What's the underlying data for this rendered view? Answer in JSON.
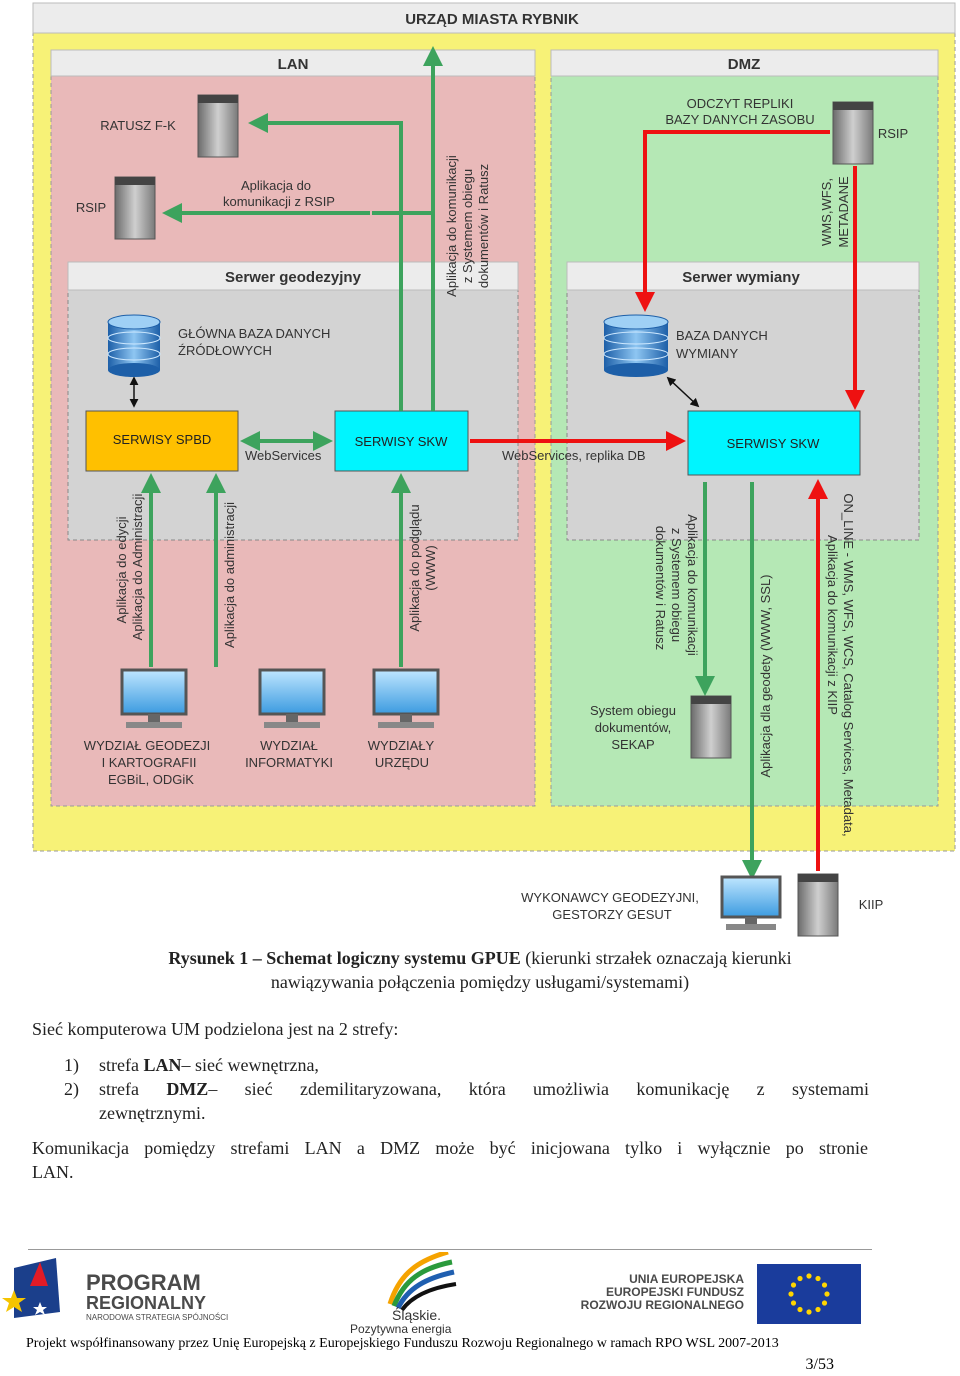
{
  "diagram": {
    "title": "URZĄD MIASTA RYBNIK",
    "lan_label": "LAN",
    "dmz_label": "DMZ",
    "ratusz_label": "RATUSZ F-K",
    "rsip_lan_label": "RSIP",
    "rsip_dmz_label": "RSIP",
    "app_rsip_line1": "Aplikacja do",
    "app_rsip_line2": "komunikacji z RSIP",
    "app_ratusz_line1": "Aplikacja do komunikacji",
    "app_ratusz_line2": "z Systemem obiegu",
    "app_ratusz_line3": "dokumentów i Ratusz",
    "odczyt_line1": "ODCZYT REPLIKI",
    "odczyt_line2": "BAZY DANYCH ZASOBU",
    "wms_line1": "WMS,WFS,",
    "wms_line2": "METADANE",
    "serwer_geodezyjny": "Serwer geodezyjny",
    "serwer_wymiany": "Serwer wymiany",
    "glowna_baza_line1": "GŁÓWNA BAZA DANYCH",
    "glowna_baza_line2": "ŹRÓDŁOWYCH",
    "baza_wymiany_line1": "BAZA DANYCH",
    "baza_wymiany_line2": "WYMIANY",
    "serwisy_spbd": "SERWISY SPBD",
    "serwisy_skw_lan": "SERWISY SKW",
    "serwisy_skw_dmz": "SERWISY SKW",
    "webservices": "WebServices",
    "webservices_replika": "WebServices, replika DB",
    "app_edycji_line1": "Aplikacja do edycji",
    "app_edycji_line2": "Aplikacja do Administracji",
    "app_administracji": "Aplikacja do administracji",
    "app_podgladu_line1": "Aplikacja do podglądu",
    "app_podgladu_line2": "(WWW)",
    "app_obieg_dmz_line1": "Aplikacja do komunikacji",
    "app_obieg_dmz_line2": "z Systemem obiegu",
    "app_obieg_dmz_line3": "dokumentów i Ratusz",
    "app_geodety": "Aplikacja dla geodety (WWW, SSL)",
    "online_line1": "ON_LINE - WMS, WFS, WCS, Catalog Services, Metadata,",
    "online_line2": "Aplikacja do komunikacji z KIIP",
    "wydzial_geodezji_line1": "WYDZIAŁ GEODEZJI",
    "wydzial_geodezji_line2": "I KARTOGRAFII",
    "wydzial_geodezji_line3": "EGBiL, ODGiK",
    "wydzial_informatyki_line1": "WYDZIAŁ",
    "wydzial_informatyki_line2": "INFORMATYKI",
    "wydzialy_urzedu_line1": "WYDZIAŁY",
    "wydzialy_urzedu_line2": "URZĘDU",
    "sekap_line1": "System obiegu",
    "sekap_line2": "dokumentów,",
    "sekap_line3": "SEKAP",
    "wykonawcy_line1": "WYKONAWCY GEODEZYJNI,",
    "wykonawcy_line2": "GESTORZY GESUT",
    "kiip": "KIIP",
    "colors": {
      "outer_zone": "#f7f277",
      "lan_zone": "#e9b9b9",
      "dmz_zone": "#b5e8b5",
      "server_zone": "#d3d3d3",
      "spbd_box": "#ffc000",
      "skw_box": "#00f5ff",
      "green_arrow": "#3da35d",
      "red_arrow": "#ee1111"
    }
  },
  "caption": {
    "bold": "Rysunek 1 – Schemat logiczny systemu GPUE",
    "rest": " (kierunki strzałek oznaczają kierunki",
    "line2": "nawiązywania  połączenia pomiędzy usługami/systemami)"
  },
  "text": {
    "intro": "Sieć komputerowa UM podzielona jest na 2 strefy:",
    "item1_num": "1)",
    "item1_a": "strefa ",
    "item1_bold": "LAN",
    "item1_b": "– sieć wewnętrzna,",
    "item2_num": "2)",
    "item2_a": "strefa ",
    "item2_bold": "DMZ",
    "item2_b": "– sieć zdemilitaryzowana, która  umożliwia komunikację z systemami",
    "item2_c": "zewnętrznymi.",
    "para2_line1": "Komunikacja pomiędzy strefami LAN a DMZ może być inicjowana tylko i wyłącznie po stronie",
    "para2_line2": "LAN."
  },
  "footer": {
    "logo1_line1": "PROGRAM",
    "logo1_line2": "REGIONALNY",
    "logo1_line3": "NARODOWA STRATEGIA SPÓJNOŚCI",
    "logo2_line1": "Śląskie.",
    "logo2_line2": "Pozytywna energia",
    "logo3_line1": "UNIA EUROPEJSKA",
    "logo3_line2": "EUROPEJSKI FUNDUSZ",
    "logo3_line3": "ROZWOJU REGIONALNEGO",
    "funding": "Projekt współfinansowany przez Unię Europejską z Europejskiego Funduszu Rozwoju Regionalnego w ramach RPO WSL 2007-2013",
    "page": "3/53"
  }
}
